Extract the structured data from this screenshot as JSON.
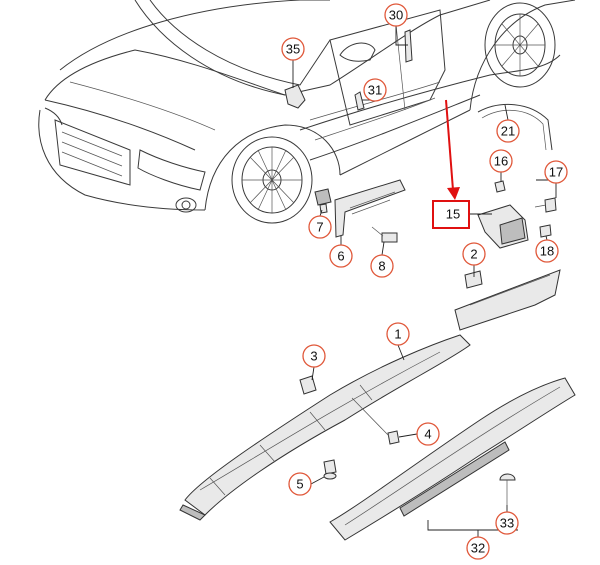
{
  "diagram": {
    "callouts": [
      "35",
      "30",
      "31",
      "21",
      "16",
      "17",
      "7",
      "15",
      "6",
      "8",
      "18",
      "2",
      "1",
      "3",
      "4",
      "5",
      "32",
      "33"
    ],
    "highlighted": "15",
    "accent_color": "#e0583a",
    "highlight_color": "#e01010"
  }
}
